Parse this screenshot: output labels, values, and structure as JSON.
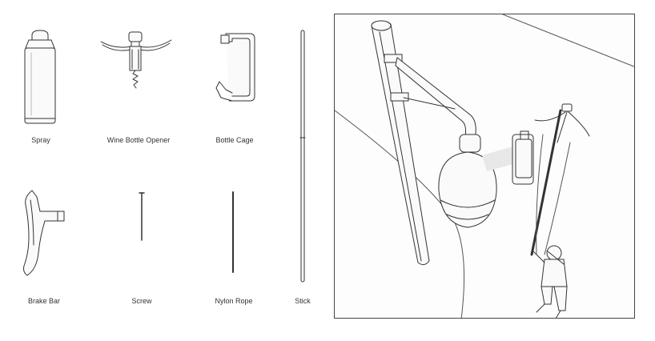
{
  "tools": [
    {
      "id": "spray",
      "label": "Spray"
    },
    {
      "id": "wine-bottle-opener",
      "label": "Wine Bottle Opener"
    },
    {
      "id": "bottle-cage",
      "label": "Bottle Cage"
    },
    {
      "id": "stick",
      "label": "Stick"
    },
    {
      "id": "brake-bar",
      "label": "Brake Bar"
    },
    {
      "id": "screw",
      "label": "Screw"
    },
    {
      "id": "nylon-rope",
      "label": "Nylon Rope"
    }
  ]
}
